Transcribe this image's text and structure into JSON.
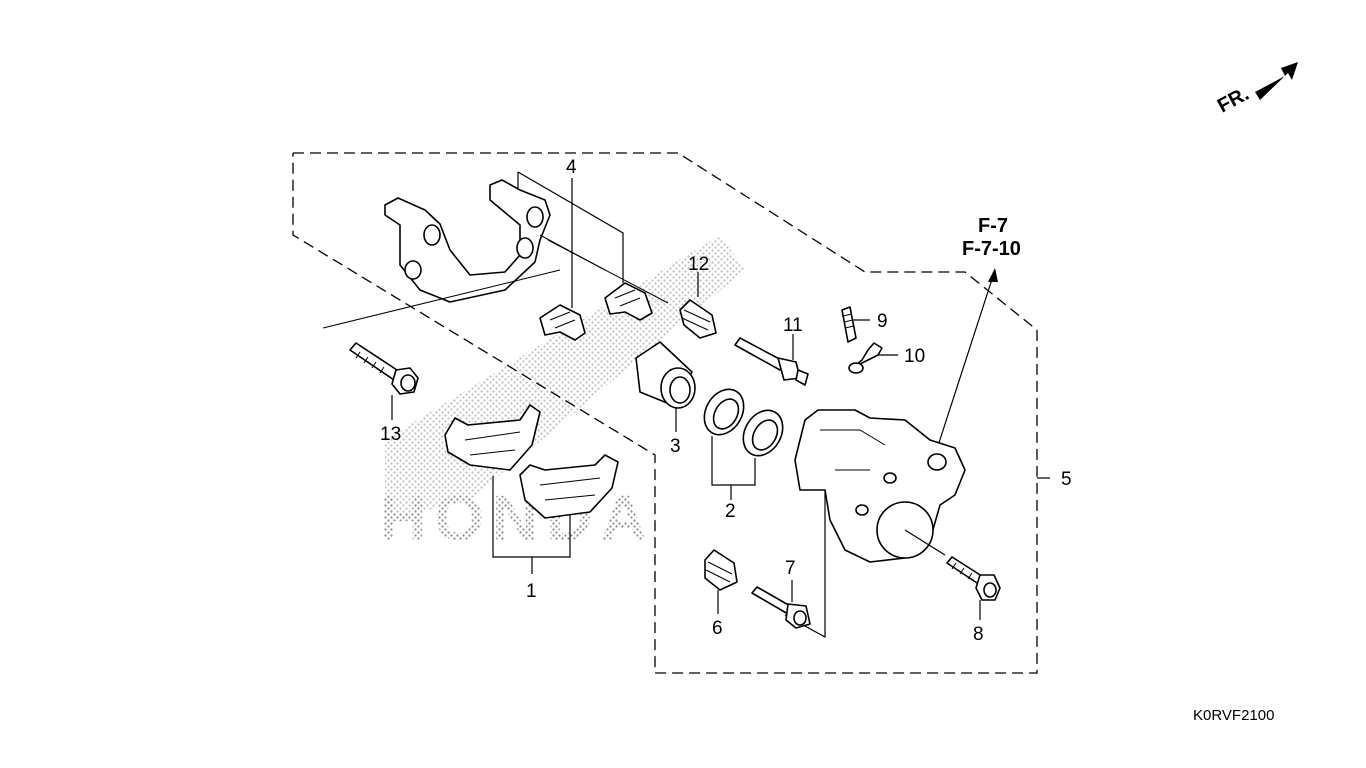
{
  "diagram": {
    "direction_label": "FR.",
    "reference_lines": [
      "F-7",
      "F-7-10"
    ],
    "drawing_code": "K0RVF2100",
    "callouts": [
      {
        "id": "1",
        "label": "1"
      },
      {
        "id": "2",
        "label": "2"
      },
      {
        "id": "3",
        "label": "3"
      },
      {
        "id": "4",
        "label": "4"
      },
      {
        "id": "5",
        "label": "5"
      },
      {
        "id": "6",
        "label": "6"
      },
      {
        "id": "7",
        "label": "7"
      },
      {
        "id": "8",
        "label": "8"
      },
      {
        "id": "9",
        "label": "9"
      },
      {
        "id": "10",
        "label": "10"
      },
      {
        "id": "11",
        "label": "11"
      },
      {
        "id": "12",
        "label": "12"
      },
      {
        "id": "13",
        "label": "13"
      }
    ],
    "watermark": "HONDA",
    "icons": [
      "front-arrow-icon",
      "honda-watermark"
    ]
  }
}
